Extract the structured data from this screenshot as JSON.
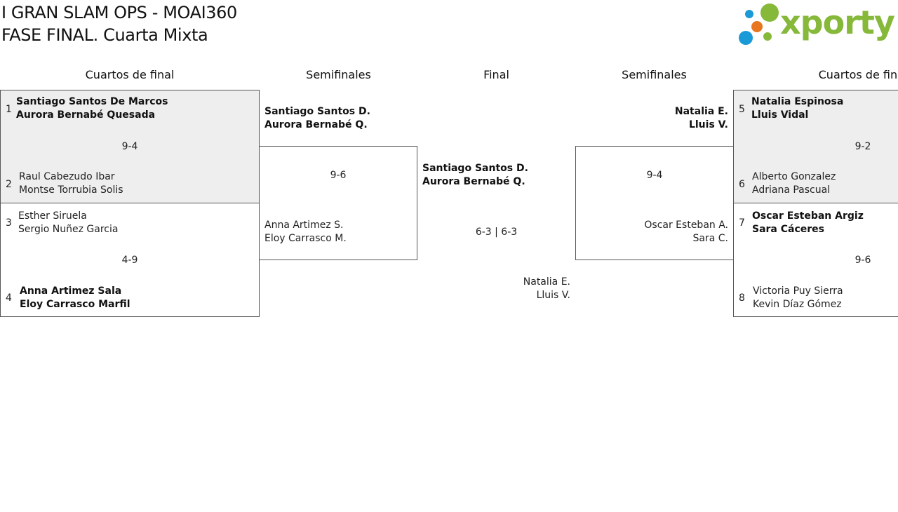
{
  "header": {
    "title_line1": "I GRAN SLAM OPS - MOAI360",
    "title_line2": "FASE FINAL. Cuarta Mixta",
    "logo_text": "xporty"
  },
  "colors": {
    "logo_green": "#86b83a",
    "logo_blue": "#1a9ad6",
    "logo_orange": "#e8761e",
    "winner_bg": "#eeeeee",
    "border": "#555555"
  },
  "rounds": {
    "left_quarterfinals": "Cuartos de final",
    "left_semifinals": "Semifinales",
    "final": "Final",
    "right_semifinals": "Semifinales",
    "right_quarterfinals": "Cuartos de final"
  },
  "left_qf": [
    {
      "score": "9-4",
      "top": {
        "seed": "1",
        "player1": "Santiago Santos De Marcos",
        "player2": "Aurora Bernabé Quesada"
      },
      "bottom": {
        "seed": "2",
        "player1": "Raul Cabezudo Ibar",
        "player2": "Montse Torrubia Solis"
      }
    },
    {
      "score": "4-9",
      "top": {
        "seed": "3",
        "player1": "Esther Siruela",
        "player2": "Sergio Nuñez Garcia"
      },
      "bottom": {
        "seed": "4",
        "player1": "Anna Artimez Sala",
        "player2": "Eloy Carrasco Marfil"
      }
    }
  ],
  "right_qf": [
    {
      "score": "9-2",
      "top": {
        "seed": "5",
        "player1": "Natalia Espinosa",
        "player2": "Lluis Vidal"
      },
      "bottom": {
        "seed": "6",
        "player1": "Alberto Gonzalez",
        "player2": "Adriana Pascual"
      }
    },
    {
      "score": "9-6",
      "top": {
        "seed": "7",
        "player1": "Oscar Esteban Argiz",
        "player2": "Sara Cáceres"
      },
      "bottom": {
        "seed": "8",
        "player1": "Victoria Puy Sierra",
        "player2": "Kevin Díaz Gómez"
      }
    }
  ],
  "left_sf": {
    "score": "9-6",
    "top": {
      "player1": "Santiago Santos D.",
      "player2": "Aurora Bernabé Q."
    },
    "bottom": {
      "player1": "Anna Artimez S.",
      "player2": "Eloy Carrasco M."
    }
  },
  "right_sf": {
    "score": "9-4",
    "top": {
      "player1": "Natalia E.",
      "player2": "Lluis V."
    },
    "bottom": {
      "player1": "Oscar Esteban A.",
      "player2": "Sara C."
    }
  },
  "final": {
    "score": "6-3 | 6-3",
    "top": {
      "player1": "Santiago Santos D.",
      "player2": "Aurora Bernabé Q."
    },
    "bottom": {
      "player1": "Natalia E.",
      "player2": "Lluis V."
    }
  }
}
